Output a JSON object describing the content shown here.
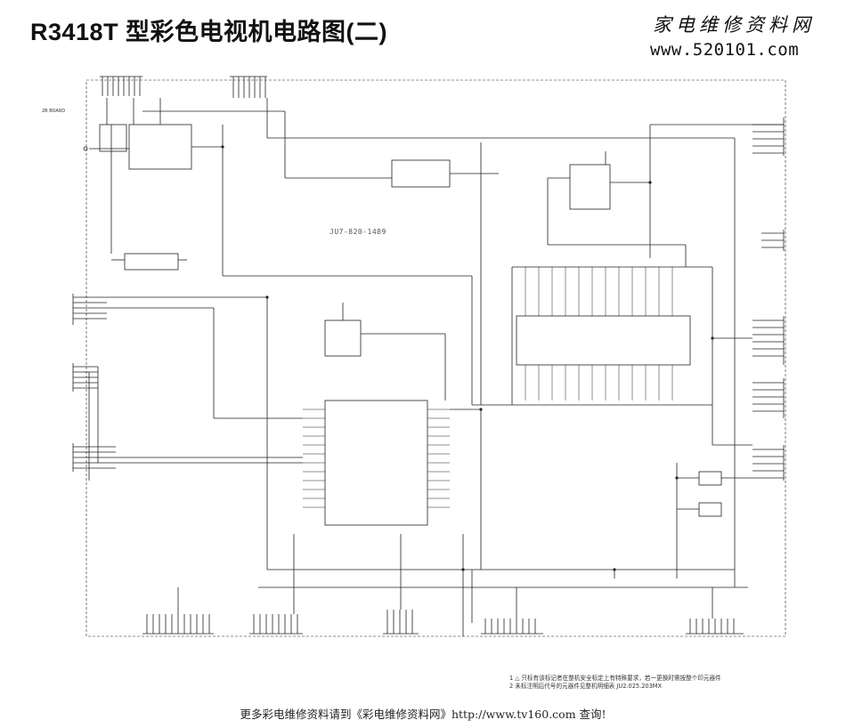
{
  "header": {
    "title": "R3418T 型彩色电视机电路图(二)",
    "site_name": "家电维修资料网",
    "site_url": "www.520101.com"
  },
  "schematic": {
    "board_id": "JU7-820-1489",
    "side_label": "2B BOARD"
  },
  "notes": [
    "1 △ 只标有该标记者在整机安全标定上有特殊要求，若一更换时需按整个印元器件",
    "2 未标注明后代号的元器件见整机明细表 JU2.025.203MX"
  ],
  "footer": {
    "text": "更多彩电维修资料请到《彩电维修资料网》http://www.tv160.com 查询!"
  }
}
